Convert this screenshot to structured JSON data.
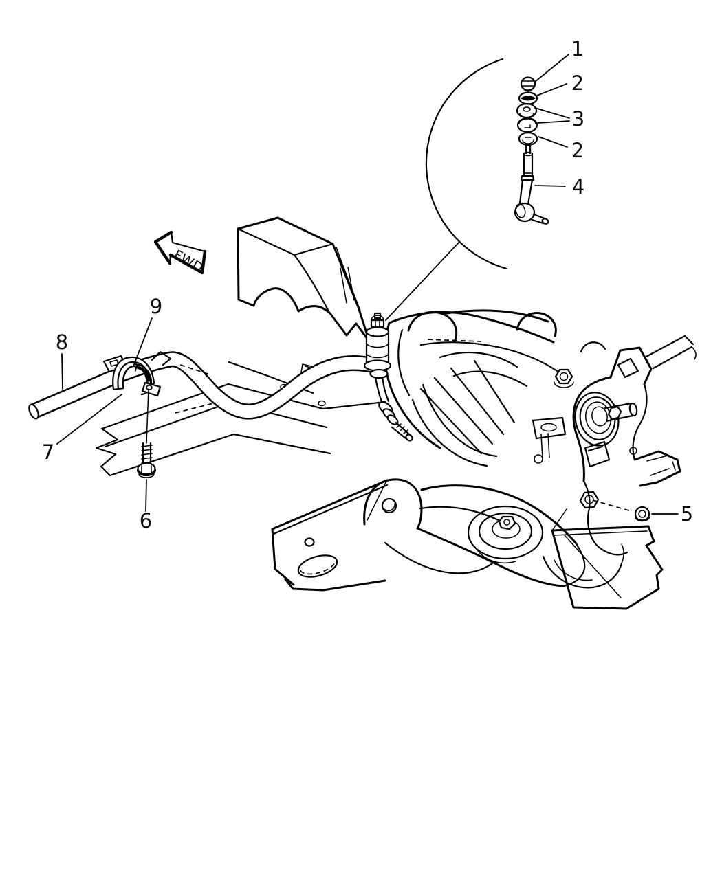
{
  "palette": {
    "background": "#ffffff",
    "line": "#000000"
  },
  "direction_arrow": {
    "label": "FWD"
  },
  "callouts": [
    {
      "label": "1",
      "part": "link-nut"
    },
    {
      "label": "2",
      "part": "link-retainer-upper"
    },
    {
      "label": "3",
      "part": "link-bushings"
    },
    {
      "label": "2",
      "part": "link-retainer-lower"
    },
    {
      "label": "4",
      "part": "stabilizer-link"
    },
    {
      "label": "5",
      "part": "attaching-nut"
    },
    {
      "label": "6",
      "part": "clamp-bolt"
    },
    {
      "label": "7",
      "part": "bushing-clamp"
    },
    {
      "label": "8",
      "part": "stabilizer-bar"
    },
    {
      "label": "9",
      "part": "bar-bushing"
    }
  ]
}
